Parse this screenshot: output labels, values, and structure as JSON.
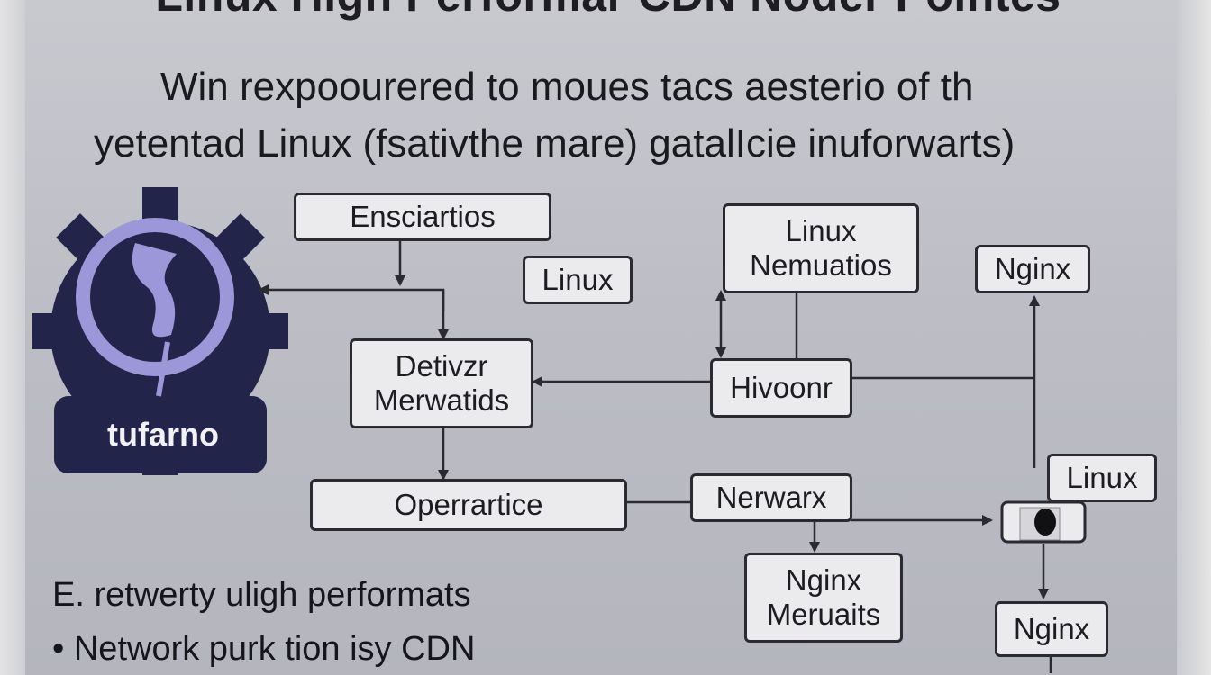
{
  "slide": {
    "title": "Linux High Performar CDN Noder Pointes",
    "subtitle_line1": "Win rexpoourered to moues tacs aesterio of th",
    "subtitle_line2": "yetentad Linux (fsativthe mare) gatalIcie inuforwarts)"
  },
  "logo": {
    "icon": "gear-icon",
    "label": "tufarno",
    "colors": {
      "gear": "#23244a",
      "ring": "#9b97d8"
    }
  },
  "nodes": {
    "enscirtios": "Ensciartios",
    "linux_small": "Linux",
    "linux_nemuatios": "Linux\nNemuatios",
    "nginx_top": "Nginx",
    "detivzs": "Detivzr\nMerwatids",
    "hivoonr": "Hivoonr",
    "operrartice": "Operrartice",
    "nerwarx": "Nerwarx",
    "linux_right": "Linux",
    "nginx_meruaits": "Nginx\nMeruaits",
    "nginx_bottom": "Nginx"
  },
  "bullets": [
    "E. retwerty uligh performats",
    "• Network purk tion isy CDN"
  ],
  "colors": {
    "background": "#bfc0c7",
    "node_fill": "#ebebee",
    "node_border": "#2a2a30",
    "arrow": "#2a2a30"
  }
}
